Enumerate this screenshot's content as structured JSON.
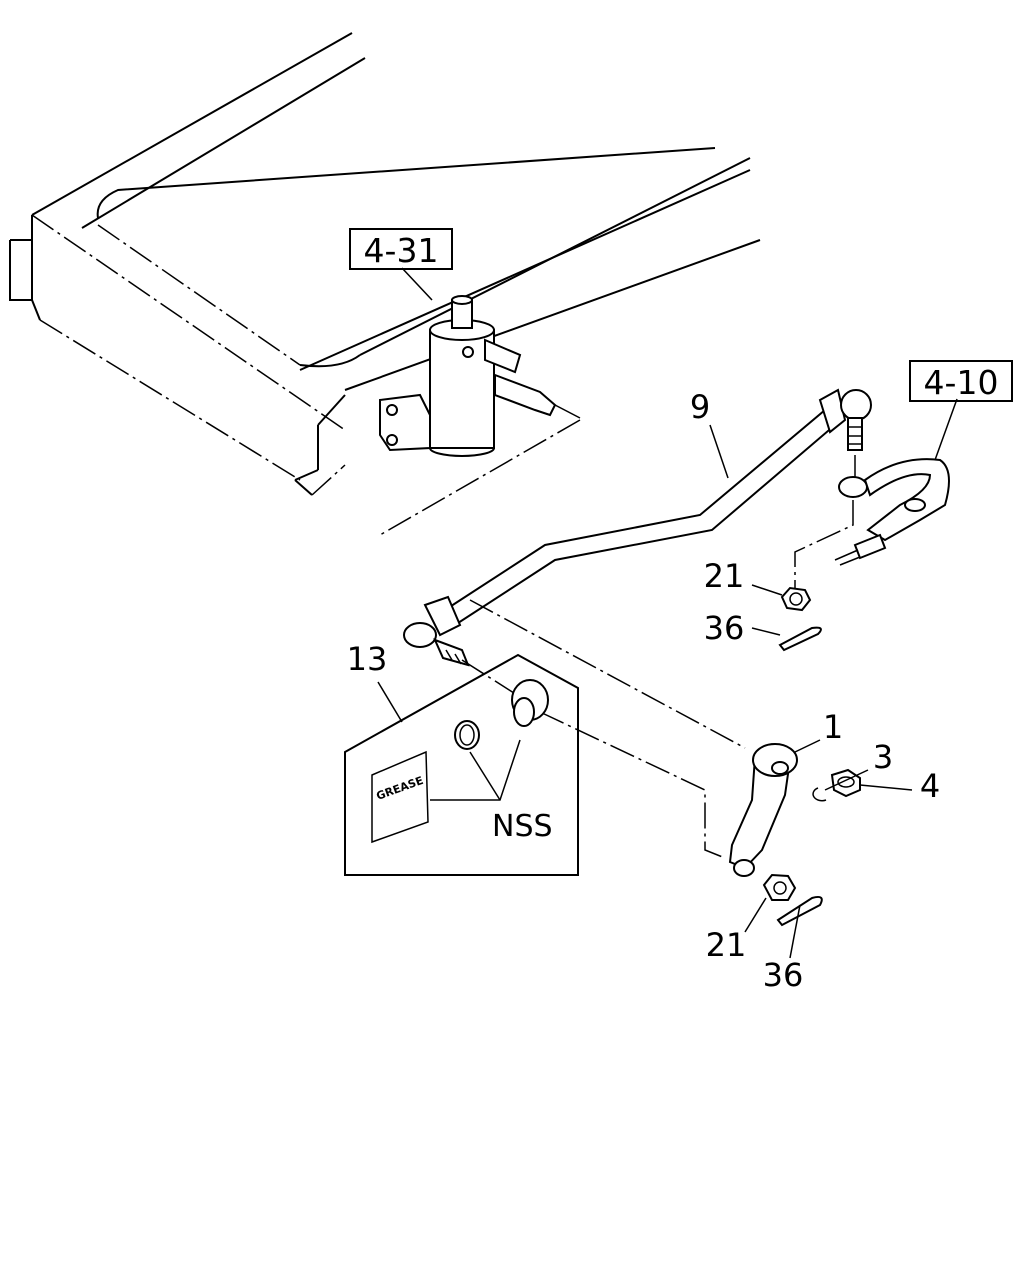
{
  "references": {
    "steering_gear": "4-31",
    "knuckle_arm": "4-10"
  },
  "callouts": {
    "p9": "9",
    "p13": "13",
    "p1": "1",
    "p3": "3",
    "p4": "4",
    "p21_top": "21",
    "p36_top": "36",
    "p21_bottom": "21",
    "p36_bottom": "36"
  },
  "inset": {
    "grease_label": "GREASE",
    "nss_label": "NSS"
  }
}
